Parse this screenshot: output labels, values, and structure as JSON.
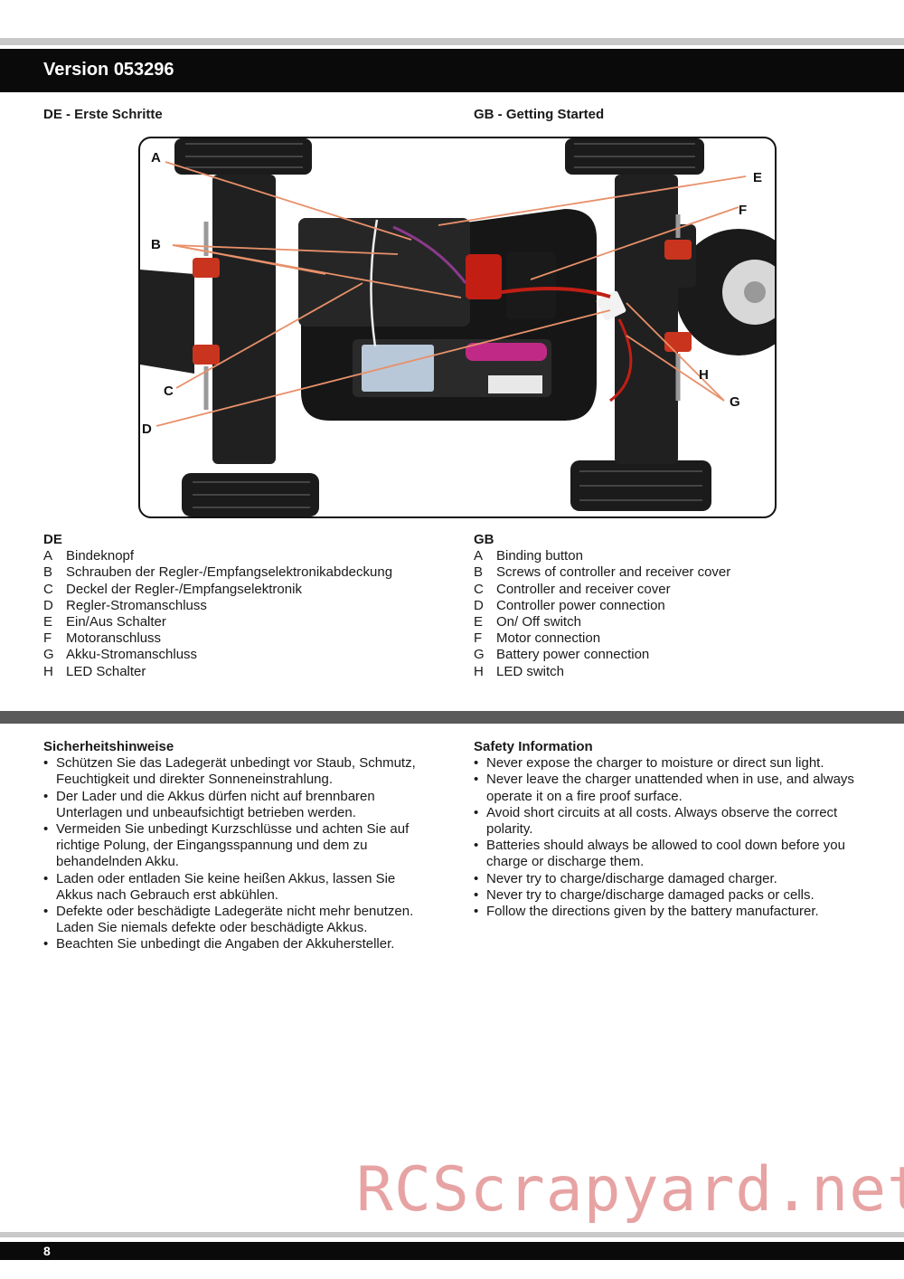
{
  "header": {
    "title": "Version 053296"
  },
  "section_de": {
    "heading": "DE - Erste Schritte"
  },
  "section_gb": {
    "heading": "GB - Getting Started"
  },
  "callouts": [
    "A",
    "B",
    "C",
    "D",
    "E",
    "F",
    "G",
    "H"
  ],
  "legend_de": {
    "title": "DE",
    "items": [
      {
        "key": "A",
        "text": "Bindeknopf"
      },
      {
        "key": "B",
        "text": "Schrauben der Regler-/Empfangselektronikabdeckung"
      },
      {
        "key": "C",
        "text": "Deckel der Regler-/Empfangselektronik"
      },
      {
        "key": "D",
        "text": "Regler-Stromanschluss"
      },
      {
        "key": "E",
        "text": "Ein/Aus Schalter"
      },
      {
        "key": "F",
        "text": "Motoranschluss"
      },
      {
        "key": "G",
        "text": "Akku-Stromanschluss"
      },
      {
        "key": "H",
        "text": "LED Schalter"
      }
    ]
  },
  "legend_gb": {
    "title": "GB",
    "items": [
      {
        "key": "A",
        "text": "Binding button"
      },
      {
        "key": "B",
        "text": "Screws of controller and receiver cover"
      },
      {
        "key": "C",
        "text": "Controller and receiver cover"
      },
      {
        "key": "D",
        "text": "Controller power connection"
      },
      {
        "key": "E",
        "text": "On/ Off switch"
      },
      {
        "key": "F",
        "text": "Motor connection"
      },
      {
        "key": "G",
        "text": "Battery power connection"
      },
      {
        "key": "H",
        "text": "LED switch"
      }
    ]
  },
  "safety_de": {
    "title": "Sicherheitshinweise",
    "items": [
      [
        "Schützen Sie das Ladegerät unbedingt vor Staub, Schmutz,",
        "Feuchtigkeit und direkter Sonneneinstrahlung."
      ],
      [
        "Der Lader und die Akkus dürfen nicht auf brennbaren",
        "Unterlagen und unbeaufsichtigt betrieben werden."
      ],
      [
        "Vermeiden Sie unbedingt Kurzschlüsse und achten Sie auf",
        "richtige Polung, der Eingangsspannung und dem zu",
        "behandelnden Akku."
      ],
      [
        "Laden oder entladen Sie keine heißen Akkus, lassen Sie",
        "Akkus nach Gebrauch erst abkühlen."
      ],
      [
        "Defekte oder beschädigte Ladegeräte nicht mehr benutzen.",
        "Laden Sie niemals defekte oder beschädigte Akkus."
      ],
      [
        "Beachten Sie unbedingt die Angaben der Akkuhersteller."
      ]
    ]
  },
  "safety_gb": {
    "title": "Safety Information",
    "items": [
      [
        "Never expose the charger to moisture or direct sun light."
      ],
      [
        "Never leave the charger unattended when in use, and always",
        "operate it on a fire proof surface."
      ],
      [
        "Avoid short circuits at all costs. Always observe the correct",
        "polarity."
      ],
      [
        "Batteries should always be allowed to cool down before you",
        "charge or discharge them."
      ],
      [
        "Never try to charge/discharge damaged charger."
      ],
      [
        "Never try to charge/discharge damaged packs or cells."
      ],
      [
        "Follow the directions given by the battery manufacturer."
      ]
    ]
  },
  "watermark": {
    "text": "RCScrapyard.net"
  },
  "footer": {
    "page_number": "8"
  },
  "colors": {
    "header_bg": "#0a0a0a",
    "divider": "#5a5a5a",
    "callout_line": "#e8906a",
    "watermark": "#e7a3a3"
  }
}
